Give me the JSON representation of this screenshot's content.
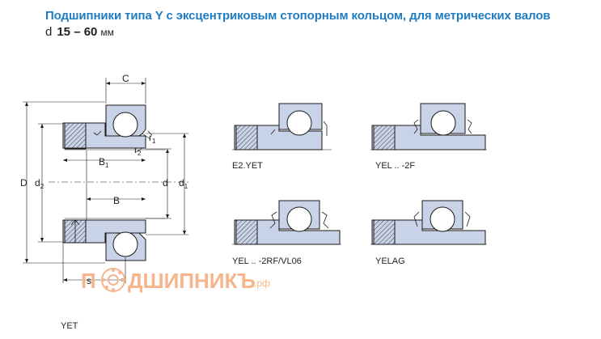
{
  "header": {
    "title": "Подшипники типа Y с эксцентриковым стопорным кольцом, для метрических валов",
    "range_symbol": "d",
    "range_value": "15 – 60",
    "range_unit": "мм"
  },
  "dimensions": {
    "C": "C",
    "r1": "r",
    "r1_sub": "1",
    "r2": "r",
    "r2_sub": "2",
    "B1": "B",
    "B1_sub": "1",
    "B": "B",
    "D": "D",
    "d2": "d",
    "d2_sub": "2",
    "d": "d",
    "d1": "d",
    "d1_sub": "1",
    "s1": "s",
    "s1_sub": "1"
  },
  "designs": {
    "main": "YET",
    "e2yet": "E2.YET",
    "yel2f": "YEL .. -2F",
    "yel2rf": "YEL .. -2RF/VL06",
    "yelag": "YELAG"
  },
  "watermark": {
    "prefix": "П",
    "main": "ДШИПНИКЪ",
    "suffix": ".рф"
  },
  "colors": {
    "title": "#1f7cc1",
    "fill": "#c9d3e8",
    "line": "#1a1a1a",
    "watermark": "#f6b58c"
  }
}
